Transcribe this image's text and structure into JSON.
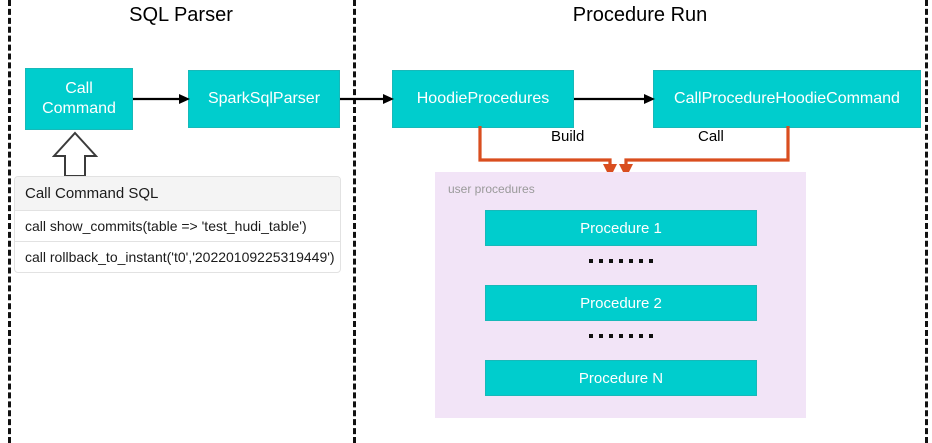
{
  "sections": {
    "sql_parser": {
      "title": "SQL Parser"
    },
    "procedure_run": {
      "title": "Procedure Run"
    }
  },
  "boxes": {
    "call_command": "Call\nCommand",
    "call_command_line1": "Call",
    "call_command_line2": "Command",
    "spark_sql_parser": "SparkSqlParser",
    "hoodie_procedures": "HoodieProcedures",
    "call_procedure_hoodie_command": "CallProcedureHoodieCommand"
  },
  "sql_table": {
    "header": "Call Command SQL",
    "rows": [
      "call show_commits(table => 'test_hudi_table')",
      "call rollback_to_instant('t0','20220109225319449')"
    ]
  },
  "edges": {
    "build_label": "Build",
    "call_label": "Call"
  },
  "user_procedures": {
    "label": "user procedures",
    "items": [
      "Procedure 1",
      "Procedure 2",
      "Procedure N"
    ]
  },
  "colors": {
    "teal_box": "#00CDCD",
    "teal_border": "#17b9b9",
    "panel_purple": "#F2E4F7",
    "orange_connector": "#D94E1F",
    "arrow_black": "#000000",
    "divider_dash": "#111111",
    "table_header_bg": "#f4f4f4",
    "muted_text": "#9a9a9a"
  }
}
